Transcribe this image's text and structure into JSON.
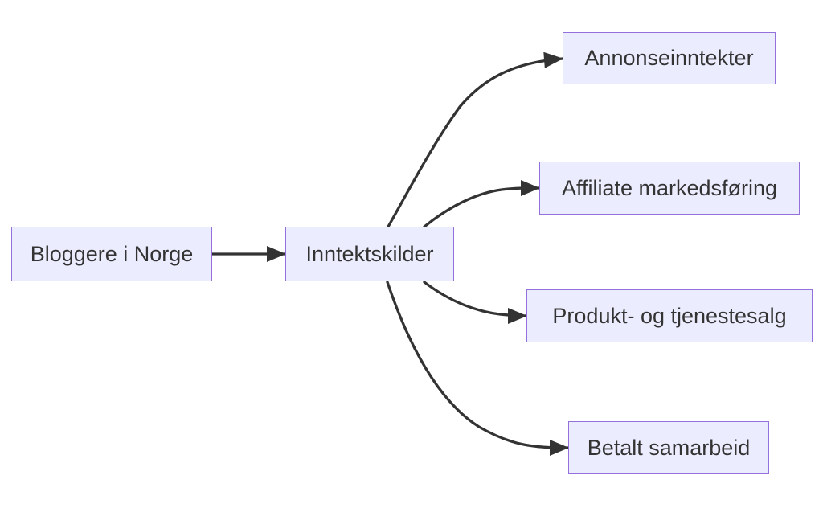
{
  "diagram": {
    "type": "flowchart-left-to-right",
    "background": "#FFFFFF",
    "colors": {
      "node_fill": "#ECECFF",
      "node_border": "#9370DB",
      "text": "#333333",
      "edge": "#333333"
    },
    "nodes": [
      {
        "id": "root",
        "label": "Bloggere i Norge"
      },
      {
        "id": "hub",
        "label": "Inntektskilder"
      },
      {
        "id": "ads",
        "label": "Annonseinntekter"
      },
      {
        "id": "affiliate",
        "label": "Affiliate markedsføring"
      },
      {
        "id": "sales",
        "label": "Produkt- og tjenestesalg"
      },
      {
        "id": "paid",
        "label": "Betalt samarbeid"
      }
    ],
    "edges": [
      {
        "from": "Bloggere i Norge",
        "to": "Inntektskilder",
        "arrow": "end"
      },
      {
        "from": "Inntektskilder",
        "to": "Annonseinntekter",
        "arrow": "end"
      },
      {
        "from": "Inntektskilder",
        "to": "Affiliate markedsføring",
        "arrow": "end"
      },
      {
        "from": "Inntektskilder",
        "to": "Produkt- og tjenestesalg",
        "arrow": "end"
      },
      {
        "from": "Inntektskilder",
        "to": "Betalt samarbeid",
        "arrow": "end"
      }
    ]
  }
}
